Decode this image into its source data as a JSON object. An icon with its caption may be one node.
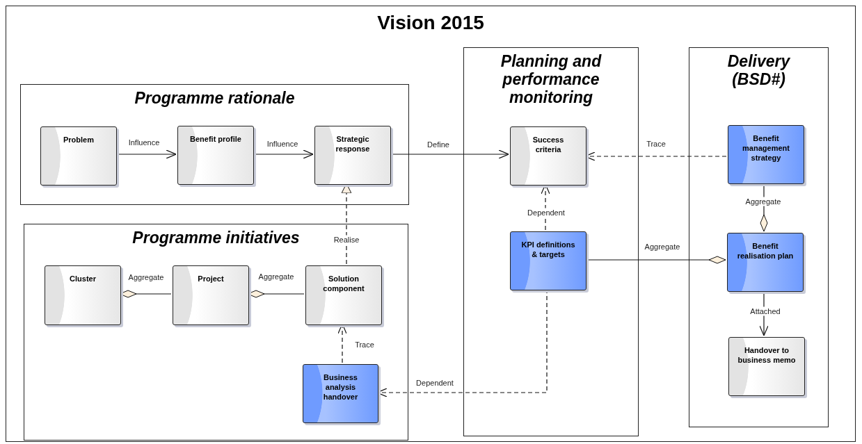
{
  "diagram": {
    "nodes": [
      {
        "text": [
          "Vision 2015"
        ]
      },
      {
        "text": [
          "Programme rationale"
        ],
        "in": 0
      },
      {
        "text": [
          "Problem"
        ],
        "in": 1
      },
      {
        "text": [
          "Benefit profile"
        ],
        "in": 1
      },
      {
        "text": [
          "Strategic response"
        ],
        "in": 1
      },
      {
        "text": [
          "Programme initiatives"
        ],
        "in": 0
      },
      {
        "text": [
          "Cluster"
        ],
        "in": 5
      },
      {
        "text": [
          "Project"
        ],
        "in": 5
      },
      {
        "text": [
          "Solution component"
        ],
        "in": 5
      },
      {
        "text": [
          "Business analysis handover"
        ],
        "in": 5
      },
      {
        "text": [
          "Planning and performance monitoring"
        ],
        "in": 0
      },
      {
        "text": [
          "Success criteria"
        ],
        "in": 10
      },
      {
        "text": [
          "KPI definitions & targets"
        ],
        "in": 10
      },
      {
        "text": [
          "Delivery (BSD#)"
        ],
        "in": 0
      },
      {
        "text": [
          "Benefit management strategy"
        ],
        "in": 13
      },
      {
        "text": [
          "Benefit realisation plan"
        ],
        "in": 13
      },
      {
        "text": [
          "Handover to business memo"
        ],
        "in": 13
      }
    ],
    "edges": [
      {
        "from": 2,
        "to": 3,
        "arrow": "to",
        "label": "Influence"
      },
      {
        "from": 3,
        "to": 4,
        "arrow": "to",
        "label": "Influence"
      },
      {
        "from": 4,
        "to": 11,
        "arrow": "to",
        "label": "Define"
      },
      {
        "from": 8,
        "to": 4,
        "arrow": "to",
        "label": "Realise",
        "style": "dashed"
      },
      {
        "from": 7,
        "to": 6,
        "arrow": "other",
        "label": "Aggregate"
      },
      {
        "from": 8,
        "to": 7,
        "arrow": "other",
        "label": "Aggregate"
      },
      {
        "from": 9,
        "to": 8,
        "arrow": "to",
        "label": "Trace",
        "style": "dashed"
      },
      {
        "from": 12,
        "to": 9,
        "arrow": "to",
        "label": "Dependent",
        "style": "dashed"
      },
      {
        "from": 14,
        "to": 11,
        "arrow": "to",
        "label": "Trace",
        "style": "dashed"
      },
      {
        "from": 12,
        "to": 11,
        "arrow": "to",
        "label": "Dependent",
        "style": "dashed"
      },
      {
        "from": 12,
        "to": 15,
        "arrow": "other",
        "label": "Aggregate"
      },
      {
        "from": 14,
        "to": 15,
        "arrow": "other",
        "label": "Aggregate"
      },
      {
        "from": 15,
        "to": 16,
        "arrow": "to",
        "label": "Attached"
      }
    ]
  }
}
